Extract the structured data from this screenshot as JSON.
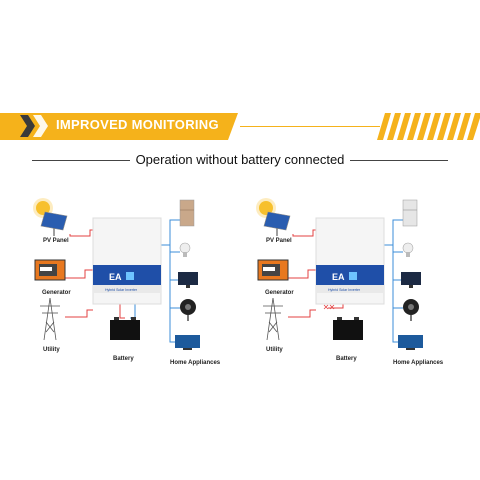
{
  "banner": {
    "title": "IMPROVED MONITORING",
    "colors": {
      "yellow": "#f5b21b",
      "dark": "#3a3a3a"
    }
  },
  "subtitle": "Operation without battery connected",
  "diagrams": [
    {
      "inverter_logo": "EA",
      "inverter_label": "Hybrid Solar Inverter",
      "labels": {
        "pv_panel": "PV Panel",
        "generator": "Generator",
        "utility": "Utility",
        "battery": "Battery",
        "home_appliances": "Home Appliances"
      },
      "battery_connected": true
    },
    {
      "inverter_logo": "EA",
      "inverter_label": "Hybrid Solar Inverter",
      "labels": {
        "pv_panel": "PV Panel",
        "generator": "Generator",
        "utility": "Utility",
        "battery": "Battery",
        "home_appliances": "Home Appliances"
      },
      "battery_connected": false
    }
  ]
}
